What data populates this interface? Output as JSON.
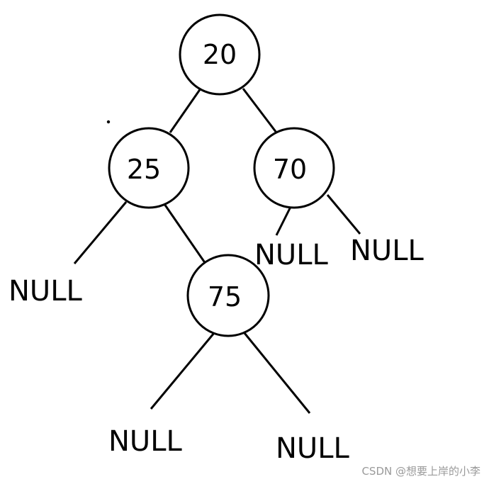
{
  "tree": {
    "nodes": [
      {
        "id": "n20",
        "label": "20"
      },
      {
        "id": "n25",
        "label": "25"
      },
      {
        "id": "n70",
        "label": "70"
      },
      {
        "id": "n75",
        "label": "75"
      }
    ],
    "null_leaves": [
      {
        "id": "null-25-left",
        "label": "NULL"
      },
      {
        "id": "null-70-left",
        "label": "NULL"
      },
      {
        "id": "null-70-right",
        "label": "NULL"
      },
      {
        "id": "null-75-left",
        "label": "NULL"
      },
      {
        "id": "null-75-right",
        "label": "NULL"
      }
    ],
    "edges": [
      {
        "from": "n20",
        "to": "n25"
      },
      {
        "from": "n20",
        "to": "n70"
      },
      {
        "from": "n25",
        "to": "null-25-left"
      },
      {
        "from": "n25",
        "to": "n75"
      },
      {
        "from": "n70",
        "to": "null-70-left"
      },
      {
        "from": "n70",
        "to": "null-70-right"
      },
      {
        "from": "n75",
        "to": "null-75-left"
      },
      {
        "from": "n75",
        "to": "null-75-right"
      }
    ]
  },
  "watermark": "CSDN @想要上岸的小李"
}
